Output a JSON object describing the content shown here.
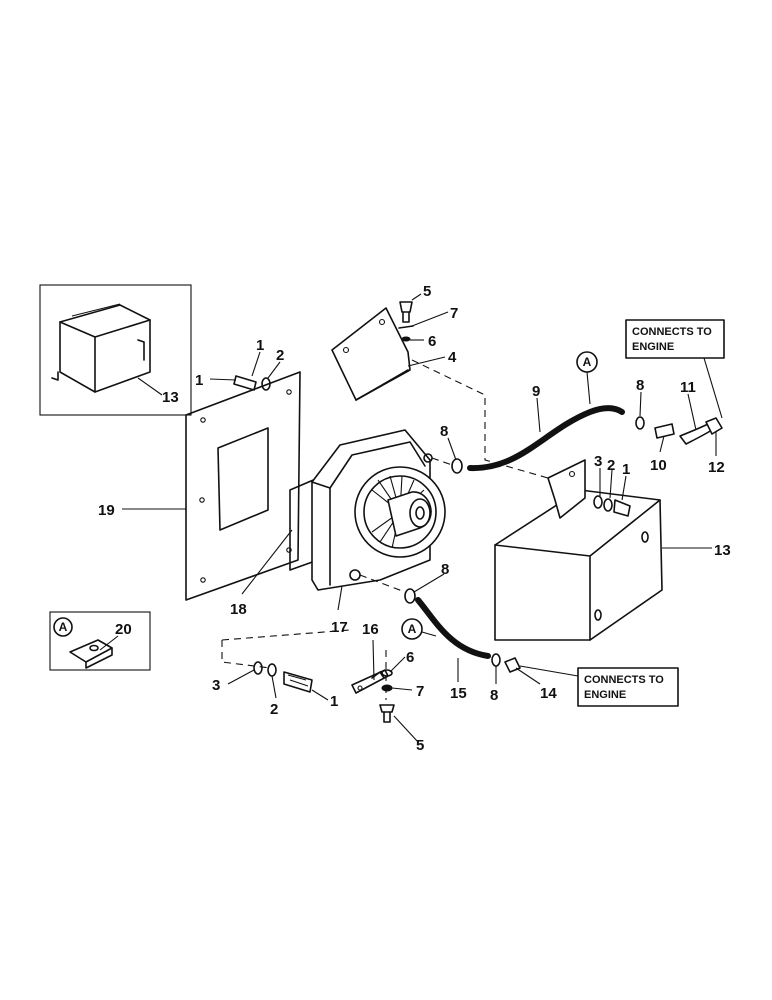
{
  "note_connects_top": [
    "CONNECTS TO",
    "ENGINE"
  ],
  "note_connects_bottom": [
    "CONNECTS TO",
    "ENGINE"
  ],
  "detail_marker": "A",
  "callouts": {
    "c1_left": "1",
    "c2_left": "2",
    "c5_top": "5",
    "c7_top": "7",
    "c6_top": "6",
    "c4": "4",
    "c9": "9",
    "c8_right": "8",
    "c11": "11",
    "c10": "10",
    "c12": "12",
    "c8_mid": "8",
    "c3_right": "3",
    "c2_right": "2",
    "c1_right": "1",
    "c13_inset": "13",
    "c13": "13",
    "c19": "19",
    "c18": "18",
    "c17": "17",
    "c8_lower": "8",
    "c16": "16",
    "c6_bottom": "6",
    "c7_bottom": "7",
    "c5_bottom": "5",
    "c15": "15",
    "c8_bottom": "8",
    "c14": "14",
    "c3_bottom": "3",
    "c2_bottom": "2",
    "c1_bottom": "1",
    "c20": "20"
  }
}
